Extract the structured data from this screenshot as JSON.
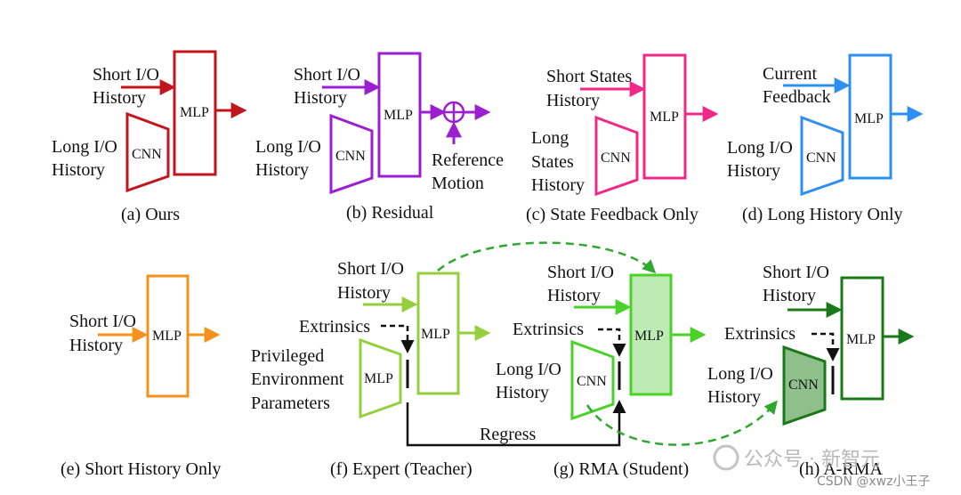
{
  "colors": {
    "ours": "#c0161c",
    "residual": "#9b1fd1",
    "state_feedback": "#ee2a86",
    "long_history": "#2f8ff0",
    "short_history": "#f5921e",
    "expert": "#96cf3e",
    "rma": "#4ad12a",
    "arma": "#1a7a1a",
    "text": "#111111"
  },
  "labels": {
    "short_io": "Short I/O",
    "long_io": "Long I/O",
    "history": "History",
    "short_states": "Short States",
    "long": "Long",
    "states": "States",
    "current": "Current",
    "feedback": "Feedback",
    "reference": "Reference",
    "motion": "Motion",
    "extrinsics": "Extrinsics",
    "privileged": "Privileged",
    "environment": "Environment",
    "parameters": "Parameters",
    "regress": "Regress"
  },
  "blocks": {
    "mlp": "MLP",
    "cnn": "CNN"
  },
  "captions": {
    "a": "(a) Ours",
    "b": "(b) Residual",
    "c": "(c) State Feedback Only",
    "d": "(d) Long History Only",
    "e": "(e) Short History Only",
    "f": "(f) Expert (Teacher)",
    "g": "(g) RMA (Student)",
    "h": "(h) A-RMA"
  },
  "watermark": {
    "main": "公众号 · 新智元",
    "credit": "CSDN @xwz小王子"
  }
}
